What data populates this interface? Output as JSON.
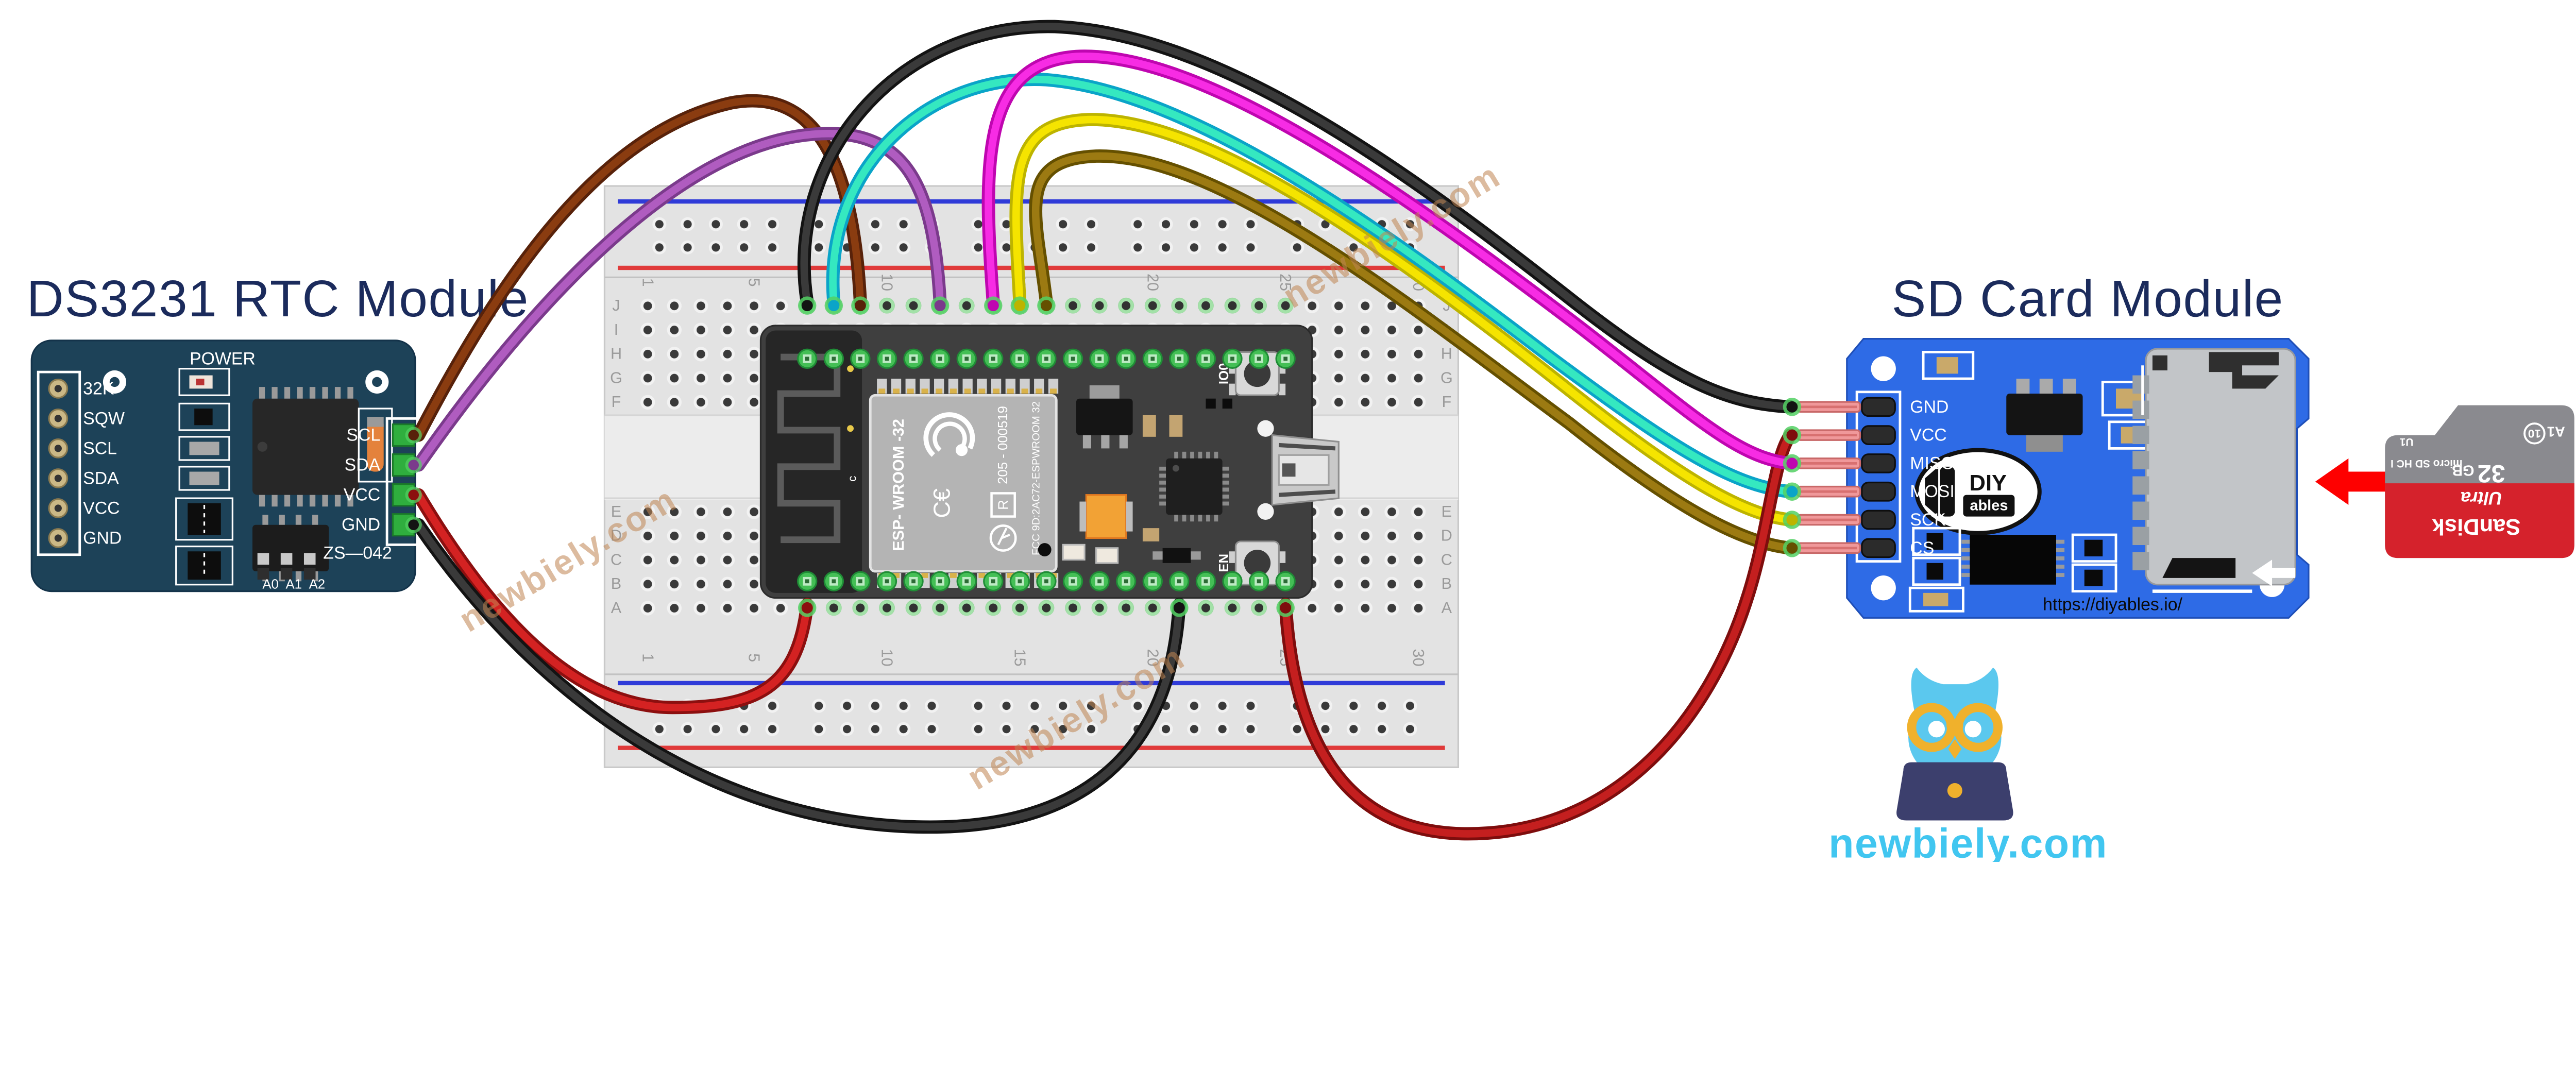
{
  "titles": {
    "rtc": "DS3231 RTC Module",
    "sd": "SD Card Module"
  },
  "colors": {
    "title_navy": "#1b2b5c",
    "rtc_pcb": "#1d4258",
    "sd_pcb": "#2e6be6",
    "breadboard": "#e3e3e3",
    "esp_board": "#3f3f3f",
    "watermark": "#c08552",
    "brand_cyan": "#41c6f0",
    "arrow_red": "#fe0000",
    "card_red": "#d5222c",
    "card_gray": "#8a8a8f",
    "rail_blue": "#2f3bd8",
    "rail_red": "#e03a3a"
  },
  "rtc": {
    "power_label": "POWER",
    "model": "ZS—042",
    "left_pins": [
      "32K",
      "SQW",
      "SCL",
      "SDA",
      "VCC",
      "GND"
    ],
    "right_pins": [
      "SCL",
      "SDA",
      "VCC",
      "GND"
    ],
    "address_pins": [
      "A0",
      "A1",
      "A2"
    ]
  },
  "breadboard": {
    "row_letters_top": [
      "J",
      "I",
      "H",
      "G",
      "F"
    ],
    "row_letters_bottom": [
      "E",
      "D",
      "C",
      "B",
      "A"
    ],
    "column_numbers": [
      "1",
      "5",
      "10",
      "15",
      "20",
      "25",
      "30"
    ]
  },
  "esp32": {
    "module_name": "ESP- WROOM -32",
    "wifi_logo": "WiFi",
    "ce_mark": "C€",
    "serial": "205 - 000519",
    "r_mark": "R",
    "fcc": "FCC 9D:2AC72-ESPWROOM 32",
    "antenna_label": "c",
    "button_boot": "IO0",
    "button_enable": "EN"
  },
  "sd_module": {
    "pins": [
      "GND",
      "VCC",
      "MISO",
      "MOSI",
      "SCK",
      "CS"
    ],
    "logo_diy": "DIY",
    "logo_ables": "ables",
    "url": "https://diyables.io/"
  },
  "sd_card": {
    "brand": "SanDisk",
    "series": "Ultra",
    "capacity": "32",
    "capacity_unit": "GB",
    "type_logo": "micro SD HC I",
    "uhs_mark": "U1",
    "speed_class": "10",
    "app_class": "A1"
  },
  "branding": {
    "site": "newbiely.com"
  },
  "watermark": {
    "text": "newbiely.com"
  },
  "wires": [
    {
      "id": "rtc-scl",
      "from": "DS3231 SCL",
      "to": "breadboard col 9 row J",
      "color": "#8a3c10",
      "shade": "#58220a"
    },
    {
      "id": "rtc-sda",
      "from": "DS3231 SDA",
      "to": "breadboard col 12 row J",
      "color": "#b05cc0",
      "shade": "#7b3a8c"
    },
    {
      "id": "rtc-vcc",
      "from": "DS3231 VCC",
      "to": "breadboard col 7 row A",
      "color": "#d42222",
      "shade": "#8c0f0f"
    },
    {
      "id": "rtc-gnd",
      "from": "DS3231 GND",
      "to": "breadboard col 21 row A",
      "color": "#3a3a3a",
      "shade": "#131313"
    },
    {
      "id": "sd-gnd",
      "from": "breadboard col 7 row J",
      "to": "SD module GND",
      "color": "#3a3a3a",
      "shade": "#131313"
    },
    {
      "id": "sd-vcc",
      "from": "breadboard col 25 row A",
      "to": "SD module VCC",
      "color": "#c41f1f",
      "shade": "#7e0d0d"
    },
    {
      "id": "sd-miso",
      "from": "breadboard col 14 row J",
      "to": "SD module MISO",
      "color": "#f72ce4",
      "shade": "#bf06b0"
    },
    {
      "id": "sd-mosi",
      "from": "breadboard col 8 row J",
      "to": "SD module MOSI",
      "color": "#35e8c0",
      "shade": "#0aa4c8"
    },
    {
      "id": "sd-sck",
      "from": "breadboard col 15 row J",
      "to": "SD module SCK",
      "color": "#f5e400",
      "shade": "#bdb400"
    },
    {
      "id": "sd-cs",
      "from": "breadboard col 16 row J",
      "to": "SD module CS",
      "color": "#9c7a12",
      "shade": "#655000"
    }
  ]
}
